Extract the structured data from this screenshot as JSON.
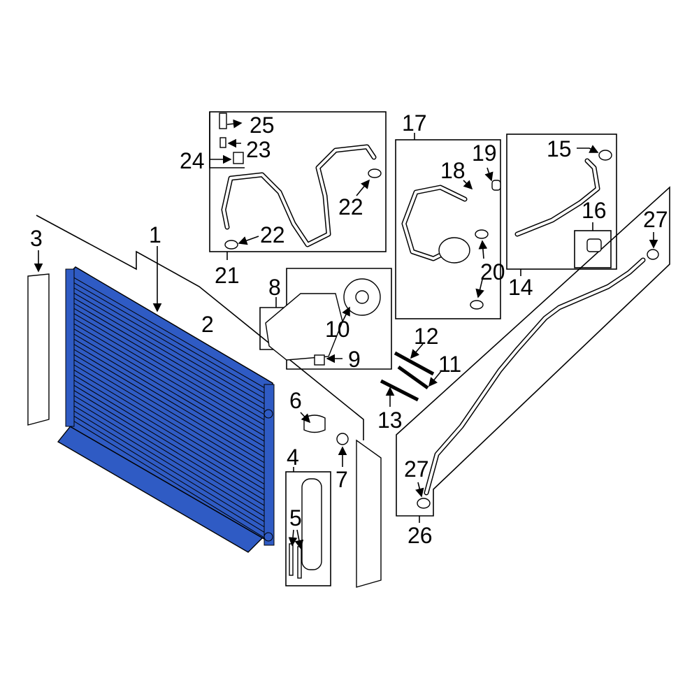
{
  "diagram": {
    "highlight_color": "#2f5bc4",
    "highlighted_part": "1",
    "callouts": [
      "1",
      "2",
      "3",
      "4",
      "5",
      "6",
      "7",
      "8",
      "9",
      "10",
      "11",
      "12",
      "13",
      "14",
      "15",
      "16",
      "17",
      "18",
      "19",
      "20",
      "21",
      "22",
      "22",
      "23",
      "24",
      "25",
      "26",
      "27",
      "27"
    ]
  }
}
